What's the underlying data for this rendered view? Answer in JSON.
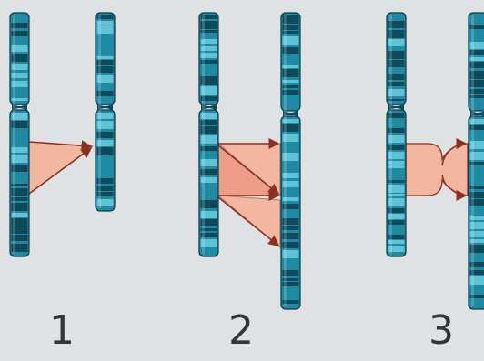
{
  "panels": [
    {
      "label": "1"
    },
    {
      "label": "2"
    },
    {
      "label": "3"
    }
  ],
  "colors": {
    "background": "#dfe1e2",
    "chromosome_base": "#1e8aa3",
    "chromosome_dark_band": "#0f4a5a",
    "chromosome_light_band": "#5fc2d6",
    "chromosome_outline": "#0b3945",
    "mapping_fill": "#f2b7a0",
    "mapping_fill_dark": "#ec9f86",
    "arrow": "#8a2f22"
  }
}
